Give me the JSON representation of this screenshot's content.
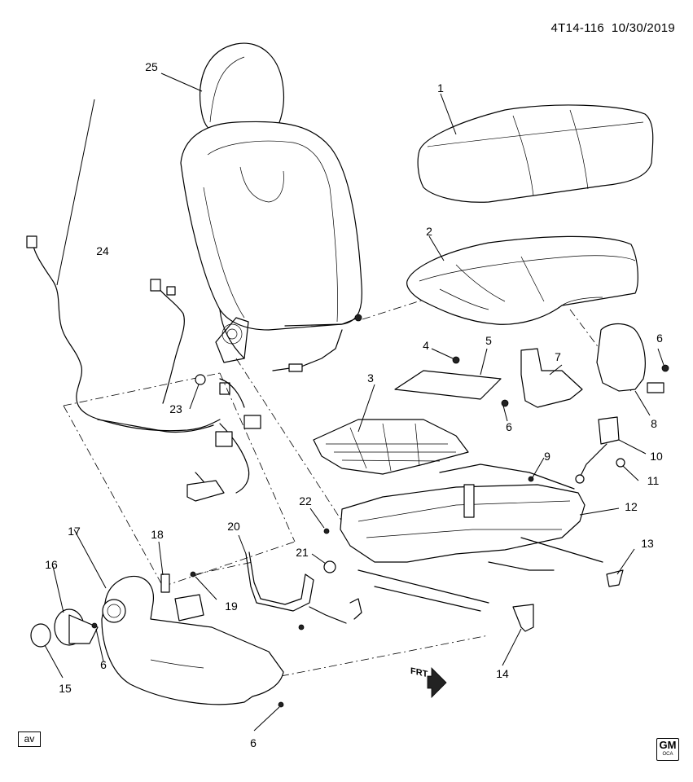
{
  "header": {
    "document_id": "4T14-116",
    "date": "10/30/2019"
  },
  "footer": {
    "view_tag": "av",
    "logo_text": "GM",
    "logo_subtext": "OCA"
  },
  "direction_marker": {
    "text": "FRT"
  },
  "callouts": [
    {
      "id": "c1",
      "text": "1"
    },
    {
      "id": "c2",
      "text": "2"
    },
    {
      "id": "c3",
      "text": "3"
    },
    {
      "id": "c4",
      "text": "4"
    },
    {
      "id": "c5",
      "text": "5"
    },
    {
      "id": "c6a",
      "text": "6"
    },
    {
      "id": "c6b",
      "text": "6"
    },
    {
      "id": "c6c",
      "text": "6"
    },
    {
      "id": "c6d",
      "text": "6"
    },
    {
      "id": "c7",
      "text": "7"
    },
    {
      "id": "c8",
      "text": "8"
    },
    {
      "id": "c9",
      "text": "9"
    },
    {
      "id": "c10",
      "text": "10"
    },
    {
      "id": "c11",
      "text": "11"
    },
    {
      "id": "c12",
      "text": "12"
    },
    {
      "id": "c13",
      "text": "13"
    },
    {
      "id": "c14",
      "text": "14"
    },
    {
      "id": "c15",
      "text": "15"
    },
    {
      "id": "c16",
      "text": "16"
    },
    {
      "id": "c17",
      "text": "17"
    },
    {
      "id": "c18",
      "text": "18"
    },
    {
      "id": "c19",
      "text": "19"
    },
    {
      "id": "c20",
      "text": "20"
    },
    {
      "id": "c21",
      "text": "21"
    },
    {
      "id": "c22",
      "text": "22"
    },
    {
      "id": "c23",
      "text": "23"
    },
    {
      "id": "c24",
      "text": "24"
    },
    {
      "id": "c25",
      "text": "25"
    }
  ]
}
